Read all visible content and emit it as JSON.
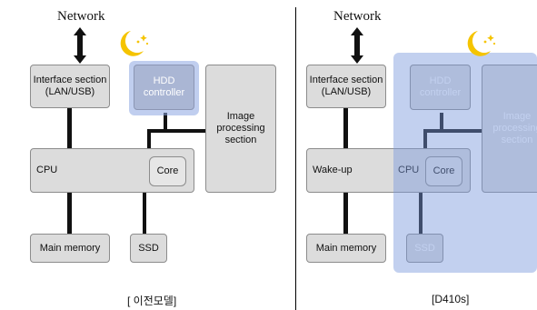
{
  "diagram": {
    "accent_blue": "#7896dc",
    "moon_color": "#f5c400",
    "left": {
      "network_label": "Network",
      "interface_label": "Interface section\n(LAN/USB)",
      "hdd_label": "HDD\ncontroller",
      "image_label": "Image\nprocessing\nsection",
      "cpu_label": "CPU",
      "core_label": "Core",
      "memory_label": "Main memory",
      "ssd_label": "SSD",
      "caption": "[ 이전모델]"
    },
    "right": {
      "network_label": "Network",
      "interface_label": "Interface section\n(LAN/USB)",
      "hdd_label": "HDD\ncontroller",
      "image_label": "Image\nprocessing\nsection",
      "wake_label": "Wake-up",
      "cpu_label": "CPU",
      "core_label": "Core",
      "memory_label": "Main memory",
      "ssd_label": "SSD",
      "caption": "[D410s]"
    },
    "icons": [
      "moon-stars-icon",
      "double-arrow-icon"
    ]
  }
}
